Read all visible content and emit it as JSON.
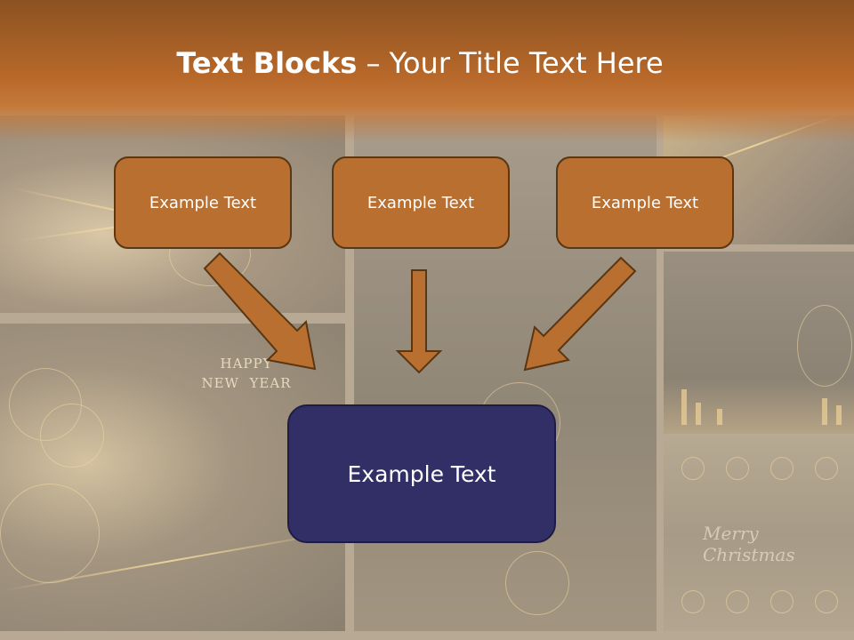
{
  "slide": {
    "title_bold": "Text Blocks",
    "title_rest": " – Your Title Text Here"
  },
  "boxes": {
    "left": "Example Text",
    "center": "Example Text",
    "right": "Example Text",
    "bottom": "Example Text"
  },
  "background": {
    "happy_line1": "HAPPY",
    "happy_line2": "NEW  YEAR",
    "merry": "Merry Christmas"
  },
  "colors": {
    "banner": "#b8692a",
    "top_box_fill": "#b86f2f",
    "bottom_box_fill": "#322f67",
    "arrow_fill": "#b86f2f",
    "outline": "#5a3613"
  }
}
